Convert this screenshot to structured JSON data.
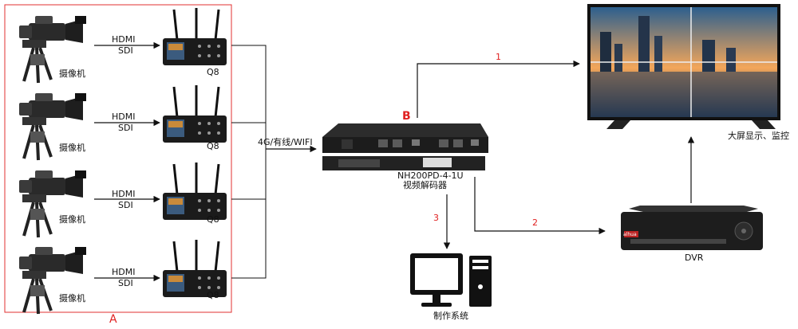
{
  "group": {
    "label": "A",
    "border_color": "#e03030"
  },
  "rows": [
    {
      "signal1": "HDMI",
      "signal2": "SDI",
      "camera": "摄像机",
      "encoder": "Q8"
    },
    {
      "signal1": "HDMI",
      "signal2": "SDI",
      "camera": "摄像机",
      "encoder": "Q8"
    },
    {
      "signal1": "HDMI",
      "signal2": "SDI",
      "camera": "摄像机",
      "encoder": "Q8"
    },
    {
      "signal1": "HDMI",
      "signal2": "SDI",
      "camera": "摄像机",
      "encoder": "Q8"
    }
  ],
  "network_label": "4G/有线/WIFI",
  "decoder": {
    "badge": "B",
    "model": "NH200PD-4-1U",
    "name": "视频解码器"
  },
  "display": {
    "label": "大屏显示、监控"
  },
  "dvr": {
    "label": "DVR",
    "brand": "alhua"
  },
  "workstation": {
    "label": "制作系统"
  },
  "paths": {
    "p1": "1",
    "p2": "2",
    "p3": "3"
  },
  "colors": {
    "line": "#111111",
    "badge": "#e02020",
    "device": "#1a1a1a"
  }
}
